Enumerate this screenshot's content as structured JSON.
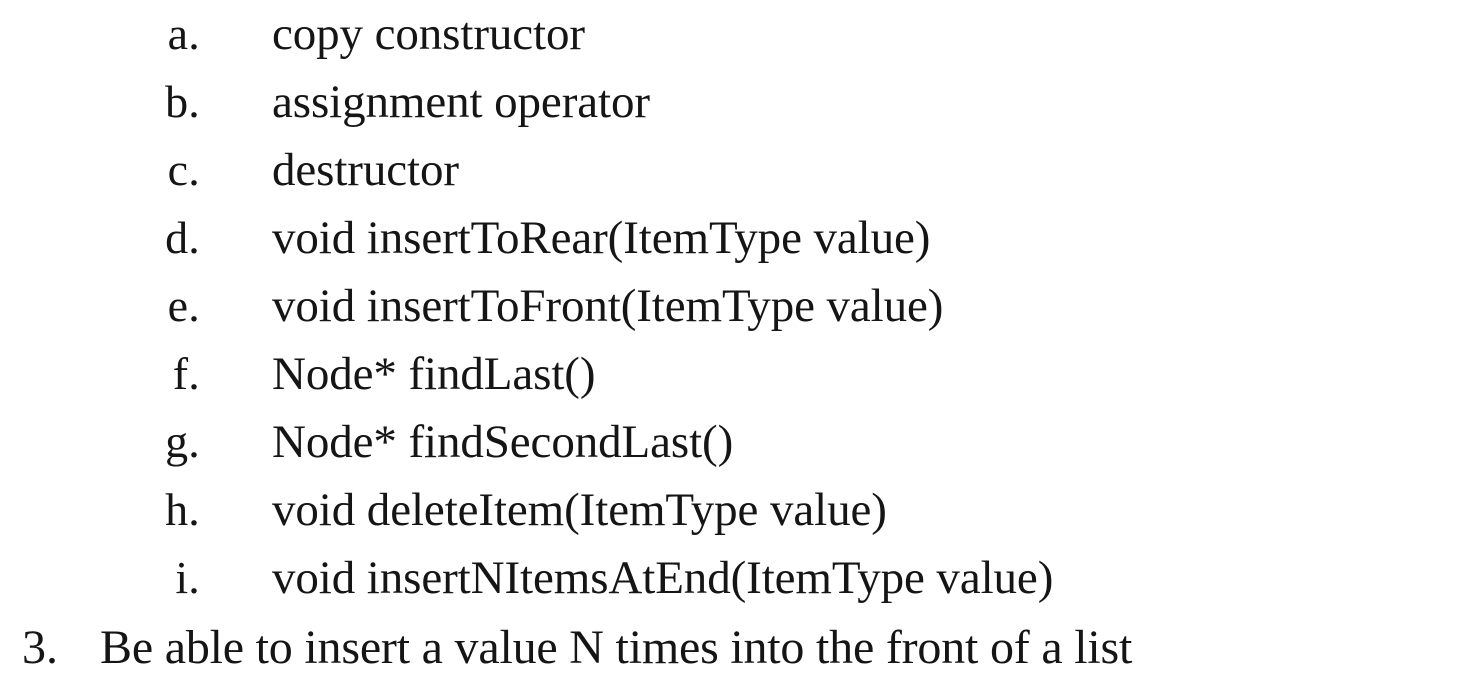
{
  "document": {
    "background_color": "#ffffff",
    "text_color": "#151515",
    "outline": {
      "items": [
        {
          "level": 2,
          "marker": "a.",
          "text": "copy constructor"
        },
        {
          "level": 2,
          "marker": "b.",
          "text": "assignment operator"
        },
        {
          "level": 2,
          "marker": "c.",
          "text": "destructor"
        },
        {
          "level": 2,
          "marker": "d.",
          "text": "void insertToRear(ItemType value)"
        },
        {
          "level": 2,
          "marker": "e.",
          "text": "void insertToFront(ItemType value)"
        },
        {
          "level": 2,
          "marker": "f.",
          "text": "Node* findLast()"
        },
        {
          "level": 2,
          "marker": "g.",
          "text": "Node* findSecondLast()"
        },
        {
          "level": 2,
          "marker": "h.",
          "text": "void deleteItem(ItemType value)"
        },
        {
          "level": 2,
          "marker": "i.",
          "text": "void insertNItemsAtEnd(ItemType value)"
        },
        {
          "level": 1,
          "marker": "3.",
          "text": "Be able to insert a value N times into the front of a list"
        }
      ]
    }
  }
}
